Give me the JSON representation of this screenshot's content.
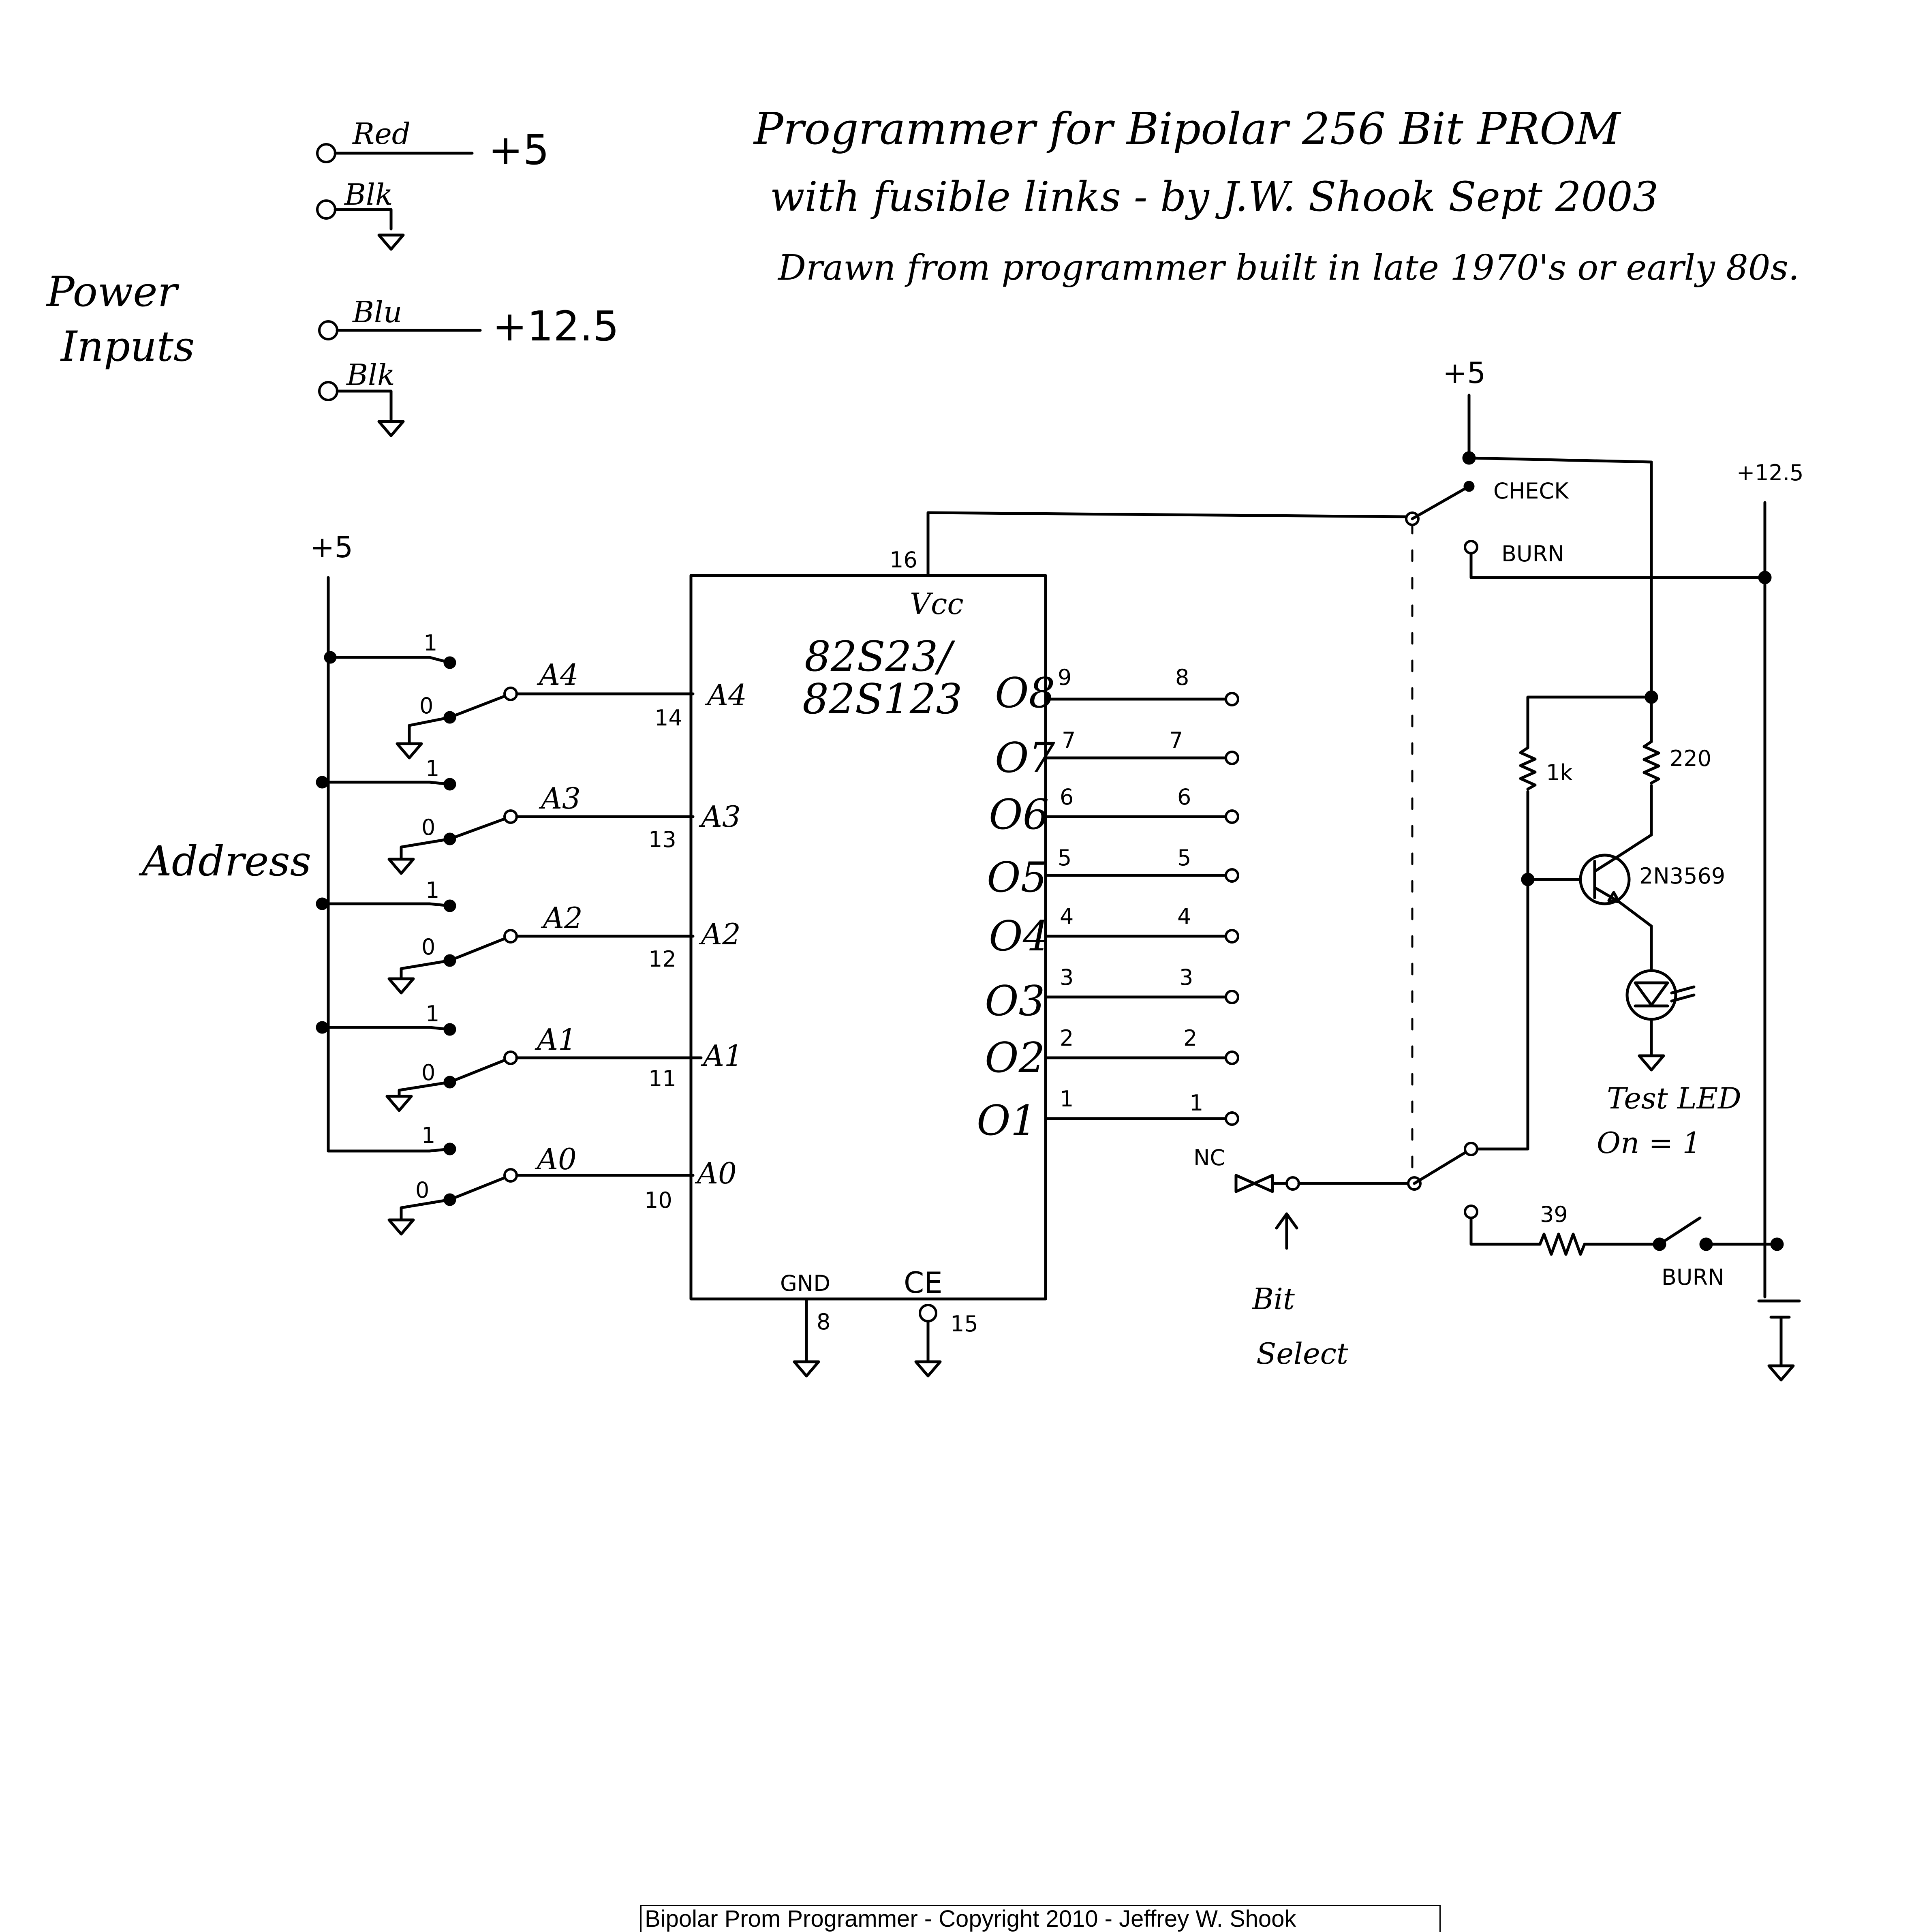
{
  "title": {
    "line1": "Programmer for Bipolar 256 Bit PROM",
    "line2": "with fusible links - by J.W. Shook Sept 2003",
    "line3": "Drawn from programmer built in late 1970's or early 80s."
  },
  "power_inputs": {
    "label_line1": "Power",
    "label_line2": "Inputs",
    "red": "Red",
    "red_value": "+5",
    "blk1": "Blk",
    "blu": "Blu",
    "blu_value": "+12.5",
    "blk2": "Blk"
  },
  "address": {
    "label": "Address",
    "supply": "+5",
    "switches": [
      {
        "name": "A4",
        "pin": "14",
        "one": "1",
        "zero": "0"
      },
      {
        "name": "A3",
        "pin": "13",
        "one": "1",
        "zero": "0"
      },
      {
        "name": "A2",
        "pin": "12",
        "one": "1",
        "zero": "0"
      },
      {
        "name": "A1",
        "pin": "11",
        "one": "1",
        "zero": "0"
      },
      {
        "name": "A0",
        "pin": "10",
        "one": "1",
        "zero": "0"
      }
    ]
  },
  "chip": {
    "part_line1": "82S23/",
    "part_line2": "82S123",
    "vcc": "Vcc",
    "vcc_pin": "16",
    "gnd": "GND",
    "gnd_pin": "8",
    "ce": "CE",
    "ce_pin": "15",
    "outputs": [
      {
        "name": "O8",
        "pin": "9",
        "position": "8"
      },
      {
        "name": "O7",
        "pin": "7",
        "position": "7"
      },
      {
        "name": "O6",
        "pin": "6",
        "position": "6"
      },
      {
        "name": "O5",
        "pin": "5",
        "position": "5"
      },
      {
        "name": "O4",
        "pin": "4",
        "position": "4"
      },
      {
        "name": "O3",
        "pin": "3",
        "position": "3"
      },
      {
        "name": "O2",
        "pin": "2",
        "position": "2"
      },
      {
        "name": "O1",
        "pin": "1",
        "position": "1"
      }
    ]
  },
  "bit_select": {
    "nc": "NC",
    "label_line1": "Bit",
    "label_line2": "Select"
  },
  "right_circuit": {
    "supply_5": "+5",
    "supply_12": "+12.5",
    "check": "CHECK",
    "burn_pos": "BURN",
    "r1": "1k",
    "r2": "220",
    "transistor": "2N3569",
    "led_label_line1": "Test LED",
    "led_label_line2": "On = 1",
    "r3": "39",
    "burn_button": "BURN"
  },
  "footer": "Bipolar Prom Programmer - Copyright 2010 - Jeffrey W. Shook"
}
